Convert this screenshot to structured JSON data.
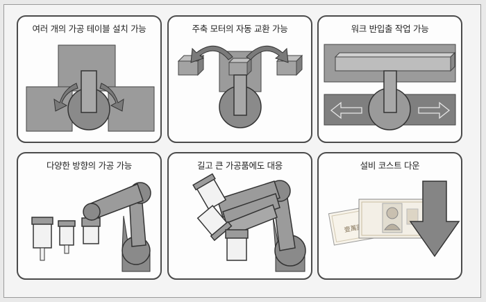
{
  "panels": [
    {
      "title": "여러 개의 가공 테이블 설치 가능"
    },
    {
      "title": "주축 모터의 자동 교환 가능"
    },
    {
      "title": "워크 반입출 작업 가능"
    },
    {
      "title": "다양한 방향의 가공 가능"
    },
    {
      "title": "길고 큰 가공품에도 대응"
    },
    {
      "title": "설비 코스트 다운"
    }
  ],
  "banknote_text": "壹萬圓",
  "colors": {
    "fill": "#9b9b9b",
    "dark": "#5a5a5a",
    "light": "#c8c8c8",
    "stroke": "#3a3a3a"
  }
}
